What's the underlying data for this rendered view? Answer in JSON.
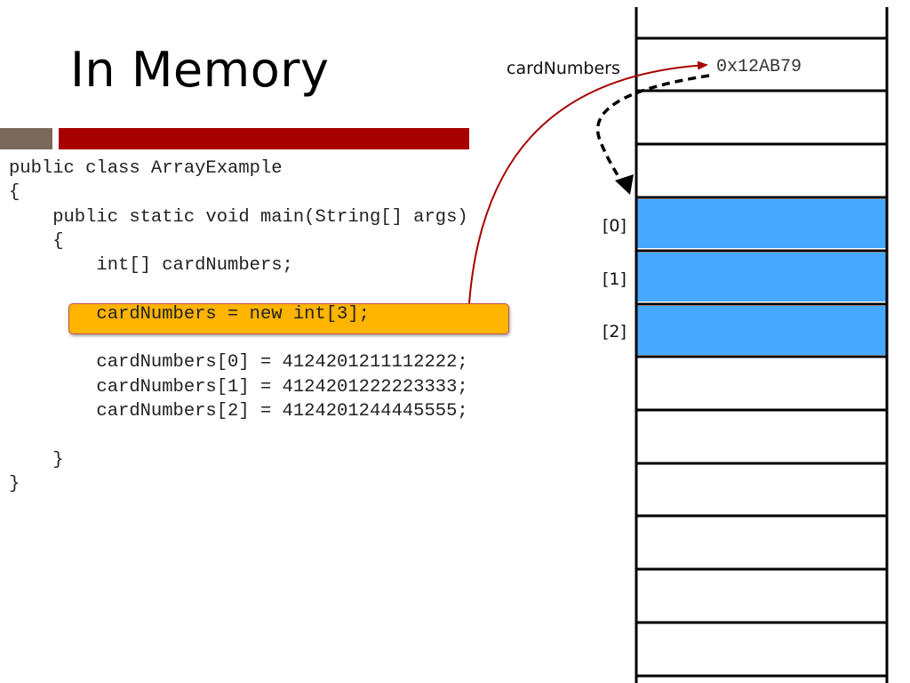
{
  "slide": {
    "title": "In Memory",
    "accent_colors": {
      "gray_bar": "#7a6a5c",
      "red_bar": "#a80000",
      "highlight": "#ffb400",
      "array_cell": "#47a8ff",
      "arrow": "#a80000"
    }
  },
  "code": {
    "lines": [
      "public class ArrayExample",
      "{",
      "    public static void main(String[] args)",
      "    {",
      "        int[] cardNumbers;",
      "",
      "        cardNumbers = new int[3];",
      "",
      "        cardNumbers[0] = 4124201211112222;",
      "        cardNumbers[1] = 4124201222223333;",
      "        cardNumbers[2] = 4124201244445555;",
      "",
      "    }",
      "}"
    ],
    "highlighted_line": 6
  },
  "memory": {
    "variable_label": "cardNumbers",
    "address": "0x12AB79",
    "index_labels": [
      "[0]",
      "[1]",
      "[2]"
    ],
    "filled_cells": [
      3,
      4,
      5
    ]
  }
}
